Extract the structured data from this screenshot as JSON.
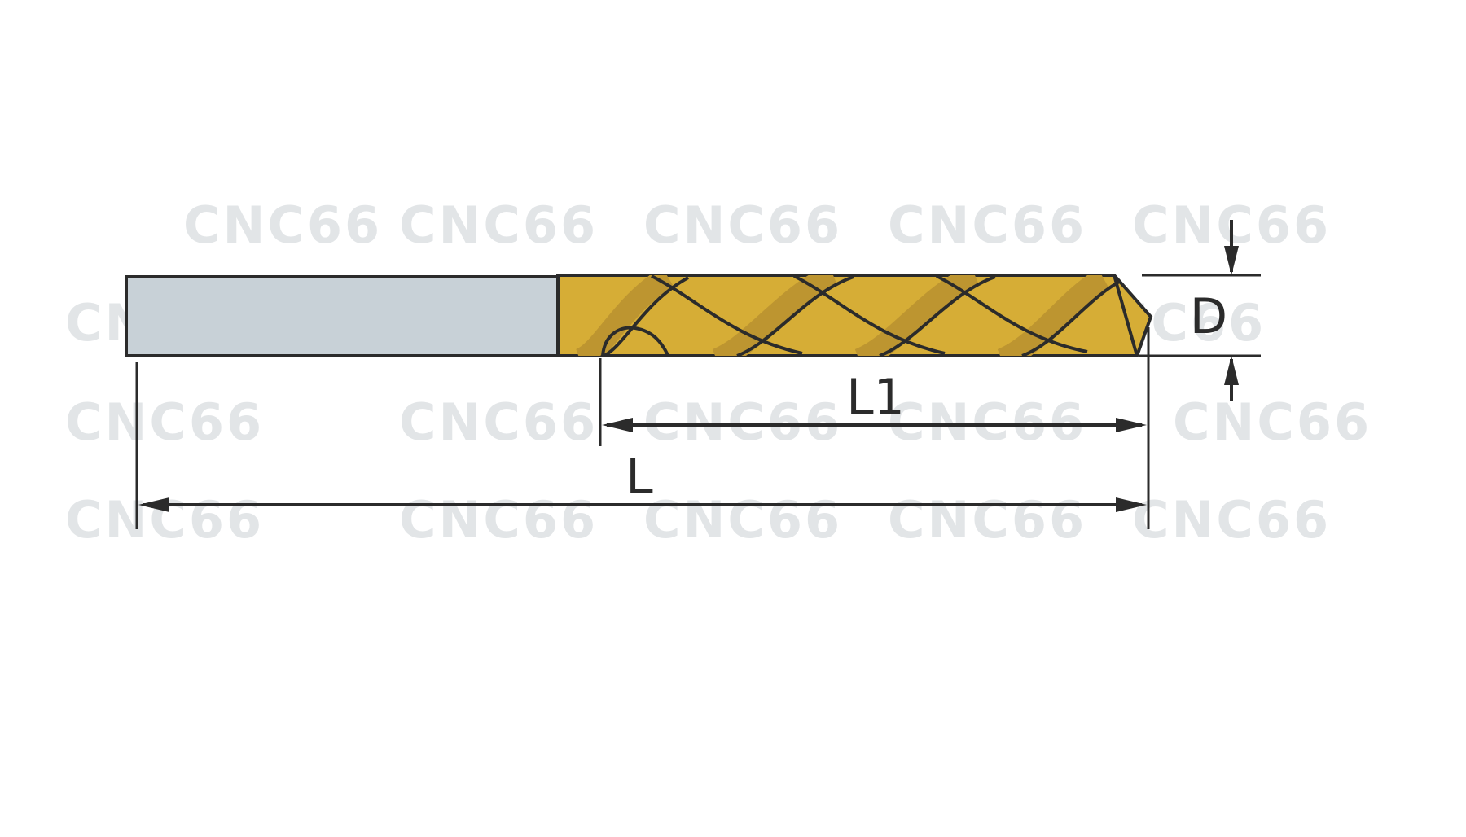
{
  "diagram": {
    "watermark": {
      "text": "CNC66"
    },
    "labels": {
      "overall_length": "L",
      "flute_length": "L1",
      "diameter": "D"
    },
    "colors": {
      "background": "#ffffff",
      "shank": "#c8d1d7",
      "flute_gold": "#d6ad36",
      "flute_gold_dark": "#bd9530",
      "outline": "#2b2b2b",
      "dimension": "#2b2b2b",
      "watermark": "#e2e5e7"
    }
  }
}
